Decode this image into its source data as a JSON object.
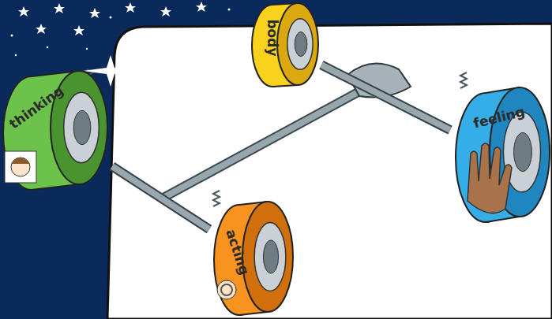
{
  "diagram": {
    "nodes": [
      {
        "text": [
          "thinking"
        ]
      },
      {
        "text": [
          "body"
        ]
      },
      {
        "text": [
          "feeling"
        ]
      },
      {
        "text": [
          "acting"
        ]
      }
    ],
    "edges": [
      {
        "from": 0,
        "to": 3,
        "arrow": "none"
      },
      {
        "from": 1,
        "to": 2,
        "arrow": "none"
      }
    ]
  }
}
